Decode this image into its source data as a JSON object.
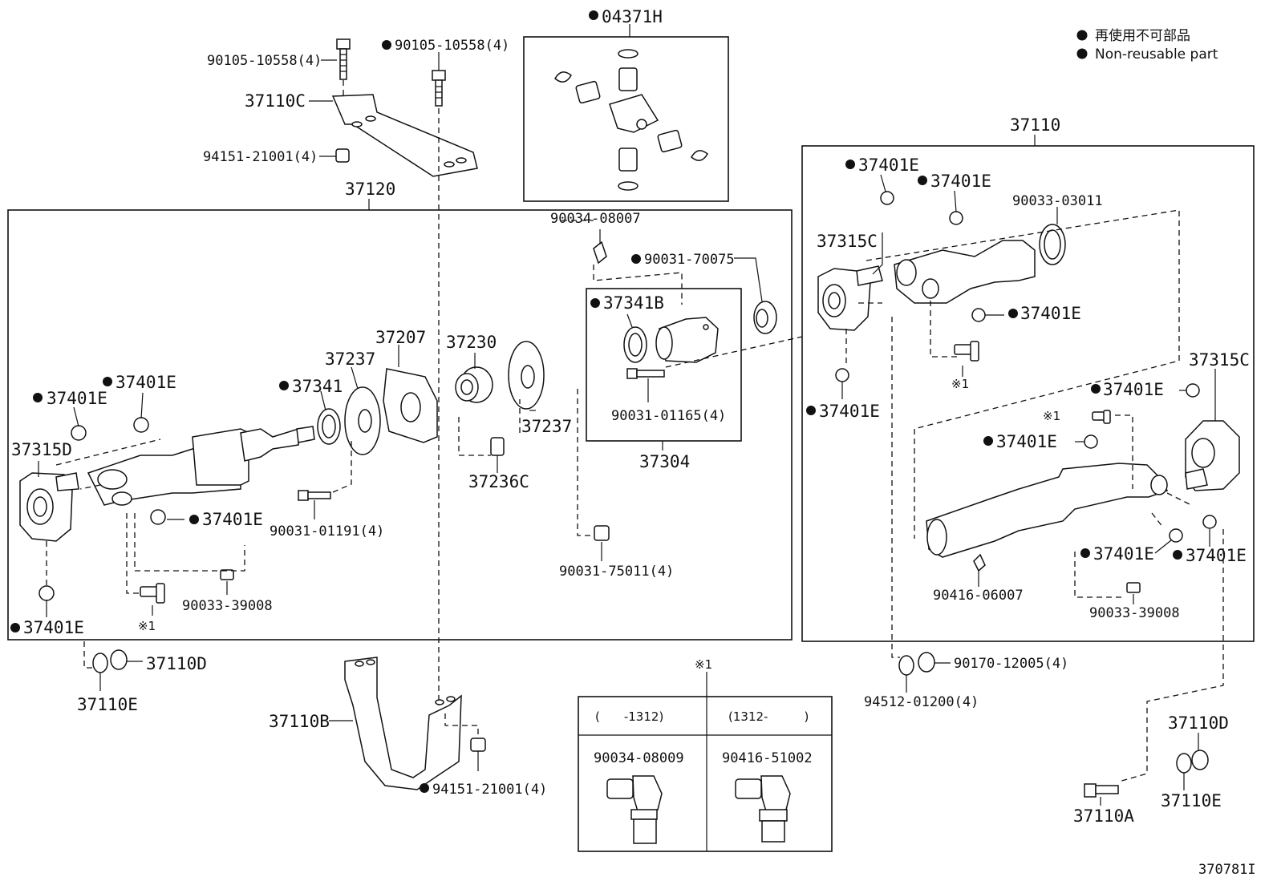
{
  "legend": {
    "line_ja": "再使用不可部品",
    "line_en": "Non-reusable part"
  },
  "diagram_id": "370781I",
  "assemblies": {
    "kit_box": "04371H",
    "rear_box": "37120",
    "front_box": "37110",
    "bearing_box": "37304"
  },
  "labels": {
    "bolt_top_left": "90105-10558(4)",
    "bolt_top_mid": "90105-10558(4)",
    "bracket_top": "37110C",
    "nut_top": "94151-21001(4)",
    "grease_top": "90034-08007",
    "seal_top": "90031-70075",
    "seal_box": "37341B",
    "bolt_box": "90031-01165(4)",
    "yoke_left": "37315D",
    "snap_left_1": "37401E",
    "snap_left_2": "37401E",
    "snap_left_3": "37401E",
    "snap_left_4": "37401E",
    "seal_rear": "37341",
    "flange_rear": "37237",
    "damper": "37207",
    "bearing_rear": "37230",
    "flange_rear_2": "37237",
    "spacer": "37236C",
    "bolt_rear": "90031-01191(4)",
    "plug_rear": "90033-39008",
    "nut_rear": "90031-75011(4)",
    "mark_left": "※1",
    "washer_left_d": "37110D",
    "washer_left_e": "37110E",
    "bracket_bottom": "37110B",
    "nut_bottom": "94151-21001(4)",
    "snap_front_1": "37401E",
    "snap_front_2": "37401E",
    "seal_front": "90033-03011",
    "yoke_front_top": "37315C",
    "snap_front_3": "37401E",
    "snap_front_4": "37401E",
    "mark_front_top": "※1",
    "yoke_front_right": "37315C",
    "snap_front_5": "37401E",
    "mark_front_mid": "※1",
    "snap_front_6": "37401E",
    "snap_front_7": "37401E",
    "snap_front_8": "37401E",
    "grease_front": "90416-06007",
    "plug_front": "90033-39008",
    "washer_front": "90170-12005(4)",
    "washer_front_2": "94512-01200(4)",
    "washer_right_d": "37110D",
    "washer_right_e": "37110E",
    "bolt_right": "37110A"
  },
  "fitting_table": {
    "mark": "※1",
    "col1_range": "(　　-1312)",
    "col2_range": "(1312-　　　)",
    "col1_part": "90034-08009",
    "col2_part": "90416-51002"
  }
}
